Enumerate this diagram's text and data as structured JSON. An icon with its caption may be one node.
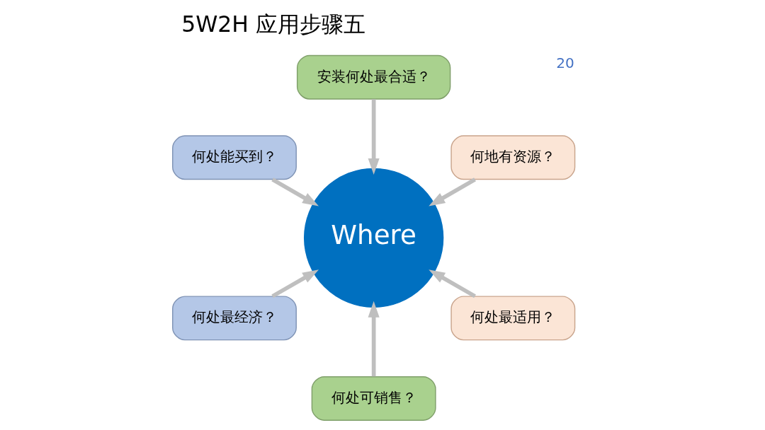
{
  "diagram": {
    "title": "5W2H 应用步骤五",
    "nodes": [
      {
        "text": [
          "何地有资源？"
        ]
      },
      {
        "text": [
          "安装何处最合适？"
        ]
      },
      {
        "text": [
          "何处能买到？"
        ]
      },
      {
        "text": [
          "Where"
        ]
      },
      {
        "text": [
          "何处最经济？"
        ]
      },
      {
        "text": [
          "何处可销售？"
        ]
      },
      {
        "text": [
          "何处最适用？"
        ]
      }
    ],
    "edges": [
      {
        "from": 0,
        "to": 3,
        "arrow": "to"
      },
      {
        "from": 1,
        "to": 3,
        "arrow": "to"
      },
      {
        "from": 2,
        "to": 3,
        "arrow": "to"
      },
      {
        "from": 4,
        "to": 3,
        "arrow": "to"
      },
      {
        "from": 5,
        "to": 3,
        "arrow": "to"
      },
      {
        "from": 6,
        "to": 3,
        "arrow": "to"
      }
    ],
    "labels": [
      "20"
    ]
  }
}
